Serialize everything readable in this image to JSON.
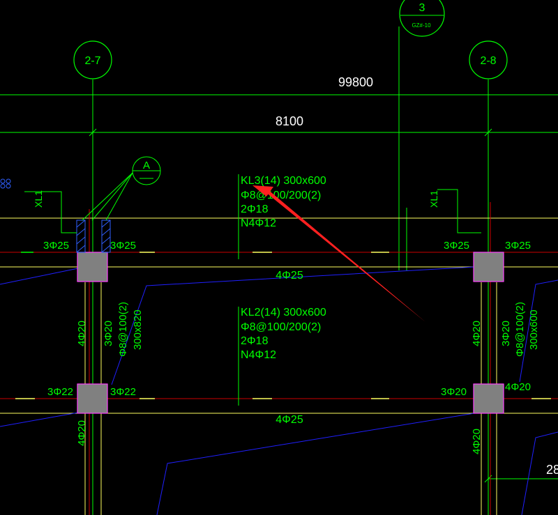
{
  "colors": {
    "background": "#000000",
    "text": "#00ff00",
    "axis": "#00ff00",
    "beam_line": "#ffff60",
    "red_line": "#cc0000",
    "blue_line": "#2020ff",
    "rebar_blue": "#3060ff",
    "column_fill": "#808080",
    "column_edge": "#ff40ff",
    "arrow": "#ff2020",
    "slab_white": "#ffffff"
  },
  "axes": {
    "a27": "2-7",
    "a28": "2-8",
    "a3": "3",
    "a3_sub": "GZ#-10",
    "detail_label": "A"
  },
  "dims": {
    "overall": "99800",
    "span": "8100",
    "right_clip": "28"
  },
  "beams": {
    "kl3": {
      "line1": "KL3(14) 300x600",
      "line2": "Φ8@100/200(2)",
      "line3": "2Φ18",
      "line4": "N4Φ12",
      "bottom": "4Φ25"
    },
    "kl2": {
      "line1": "KL2(14) 300x600",
      "line2": "Φ8@100/200(2)",
      "line3": "2Φ18",
      "line4": "N4Φ12",
      "bottom": "4Φ25"
    },
    "left_col": {
      "top_left": "3Φ25",
      "top_right": "3Φ25",
      "mid_left": "3Φ22",
      "mid_right": "3Φ22",
      "v_top": "4Φ20",
      "v_mid": "3Φ20",
      "v_stir": "Φ8@100(2)",
      "v_size": "300x820",
      "v_bottom": "4Φ20",
      "xl": "XL1"
    },
    "right_col": {
      "top_left": "3Φ25",
      "top_right": "3Φ25",
      "mid_left": "3Φ20",
      "mid_right": "4Φ20",
      "v_top": "4Φ20",
      "v_mid": "3Φ20",
      "v_stir": "Φ8@100(2)",
      "v_size": "300x600",
      "v_bottom": "4Φ20",
      "xl": "XL1"
    }
  }
}
